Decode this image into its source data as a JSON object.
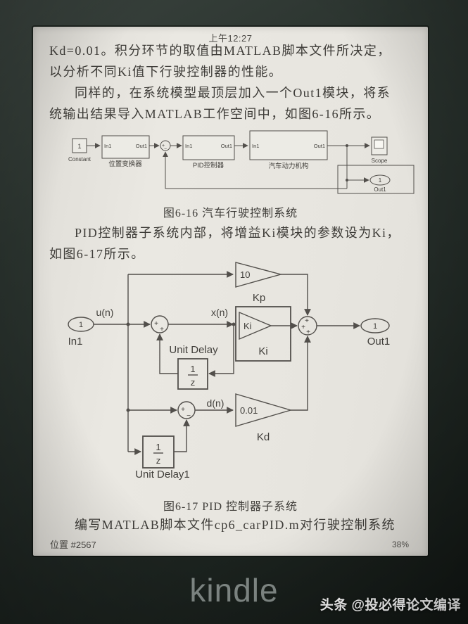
{
  "status_bar": {
    "time": "上午12:27"
  },
  "page": {
    "para1": [
      "Kd=0.01。积分环节的取值由MATLAB脚本文件所决定，",
      "以分析不同Ki值下行驶控制器的性能。"
    ],
    "para2": [
      "同样的，在系统模型最顶层加入一个Out1模块，将系",
      "统输出结果导入MATLAB工作空间中，如图6-16所示。"
    ],
    "para3": [
      "PID控制器子系统内部，将增益Ki模块的参数设为Ki，",
      "如图6-17所示。"
    ],
    "para4": "编写MATLAB脚本文件cp6_carPID.m对行驶控制系统",
    "footer_location": "位置 #2567",
    "footer_progress": "38%"
  },
  "fig16": {
    "caption": "图6-16 汽车行驶控制系统",
    "constant": {
      "value": "1",
      "label": "Constant"
    },
    "blocks": [
      {
        "port_in": "In1",
        "port_out": "Out1",
        "label": "位置变换器"
      },
      {
        "port_in": "In1",
        "port_out": "Out1",
        "label": "PID控制器"
      },
      {
        "port_in": "In1",
        "port_out": "Out1",
        "label": "汽车动力机构"
      }
    ],
    "sum_signs": [
      "+",
      "−"
    ],
    "scope_label": "Scope",
    "outport": {
      "value": "1",
      "label": "Out1"
    }
  },
  "fig17": {
    "caption": "图6-17 PID 控制器子系统",
    "inport": {
      "value": "1",
      "label": "In1"
    },
    "outport": {
      "value": "1",
      "label": "Out1"
    },
    "signals": {
      "u": "u(n)",
      "x": "x(n)",
      "d": "d(n)"
    },
    "gain_kp": {
      "value": "10",
      "label": "Kp"
    },
    "gain_ki": {
      "value": "Ki",
      "label": "Ki"
    },
    "gain_kd": {
      "value": "0.01",
      "label": "Kd"
    },
    "unit_delay": {
      "num": "1",
      "den": "z",
      "label": "Unit Delay"
    },
    "unit_delay1": {
      "num": "1",
      "den": "z",
      "label": "Unit Delay1"
    },
    "sum1_signs": [
      "+",
      "+"
    ],
    "sum2_signs": [
      "+",
      "−"
    ],
    "sum3_signs": [
      "+",
      "+",
      "+"
    ]
  },
  "device": {
    "brand": "kindle"
  },
  "watermark": "头条 @投必得论文编译",
  "colors": {
    "screen_bg": "#e8e6e1",
    "bezel": "#262f2a",
    "ink": "#3e3c38",
    "diagram_stroke": "#524f4b",
    "watermark_text": "#ffffff"
  }
}
